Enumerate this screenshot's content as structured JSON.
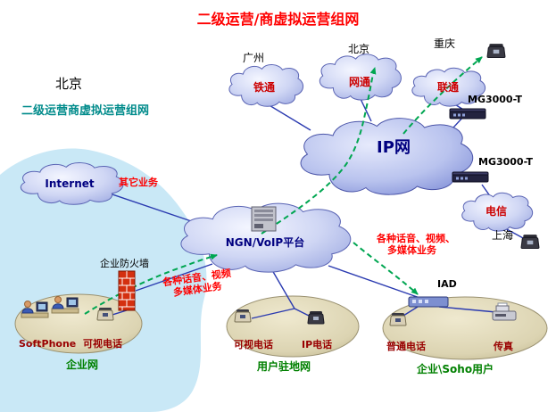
{
  "title": "二级运营/商虚拟运营组网",
  "header": {
    "region": "北京",
    "subtitle": "二级运营商虚拟运营组网"
  },
  "cities": {
    "guangzhou": "广州",
    "beijing": "北京",
    "chongqing": "重庆",
    "shanghai": "上海"
  },
  "clouds": {
    "tietong": "铁通",
    "wangtong": "网通",
    "liantong": "联通",
    "dianxin": "电信",
    "ip_net": "IP网",
    "internet": "Internet",
    "ngn_platform": "NGN/VoIP平台"
  },
  "devices": {
    "mg3000_top": "MG3000-T",
    "mg3000_bottom": "MG3000-T",
    "iad": "IAD",
    "firewall": "企业防火墙"
  },
  "annotations": {
    "other_services": "其它业务",
    "services_left_line1": "各种话音、视频",
    "services_left_line2": "多媒体业务",
    "services_right_line1": "各种话音、视频、",
    "services_right_line2": "多媒体业务"
  },
  "terminals": {
    "softphone": "SoftPhone",
    "videophone_left": "可视电话",
    "videophone_mid": "可视电话",
    "ip_phone": "IP电话",
    "ordinary_phone": "普通电话",
    "fax": "传真"
  },
  "groups": {
    "enterprise": "企业网",
    "premises": "用户驻地网",
    "soho": "企业\\Soho用户"
  },
  "colors": {
    "title_red": "#ff0000",
    "subtitle_teal": "#008b8b",
    "annotation_red": "#ff0000",
    "terminal_darkred": "#990000",
    "group_green": "#008000",
    "operator_red": "#cc0000",
    "network_navy": "#000080",
    "line_blue": "#2a3ab0",
    "flow_green": "#00a651",
    "cloud_fill": "#b7c0ea",
    "oval_fill": "#d9d2b0",
    "blob_fill": "#c9e8f6"
  }
}
